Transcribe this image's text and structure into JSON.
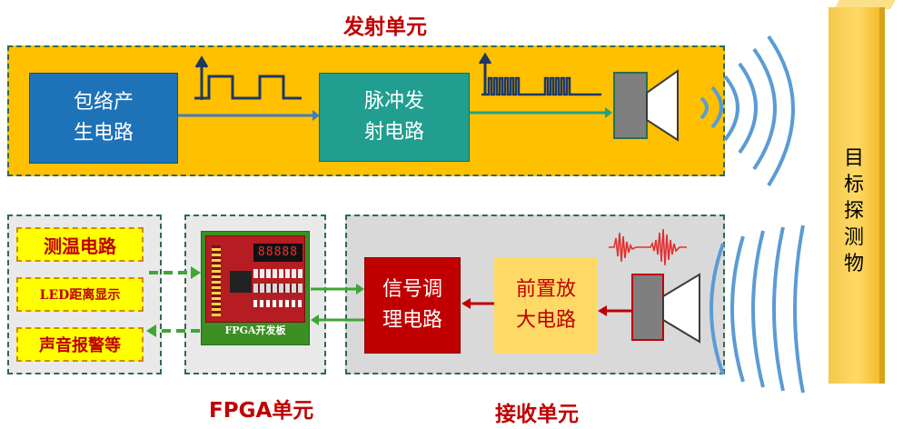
{
  "titles": {
    "transmit_unit": "发射单元",
    "fpga_unit": "FPGA单元",
    "receive_unit": "接收单元"
  },
  "blocks": {
    "envelope": "包络产\n生电路",
    "pulse_tx": "脉冲发\n射电路",
    "signal_cond": "信号调\n理电路",
    "preamp": "前置放\n大电路"
  },
  "fpga_io": {
    "temp": "测温电路",
    "led": "LED距离显示",
    "alarm": "声音报警等"
  },
  "fpga_board": {
    "label": "FPGA开发板",
    "display": "88888"
  },
  "target": "目\n标\n探\n测\n物",
  "colors": {
    "title_red": "#c00000",
    "transmit_bg": "#ffc000",
    "block_blue": "#1d72b8",
    "block_teal": "#219e8f",
    "block_dark_red": "#c00000",
    "block_light_orange": "#ffd966",
    "label_yellow": "#ffff00",
    "frame_gray": "#d9d9d9",
    "frame_border": "#2f6b4c",
    "wave_blue": "#5b9bd5",
    "arrow_green": "#3fa535",
    "arrow_red": "#c00000"
  }
}
